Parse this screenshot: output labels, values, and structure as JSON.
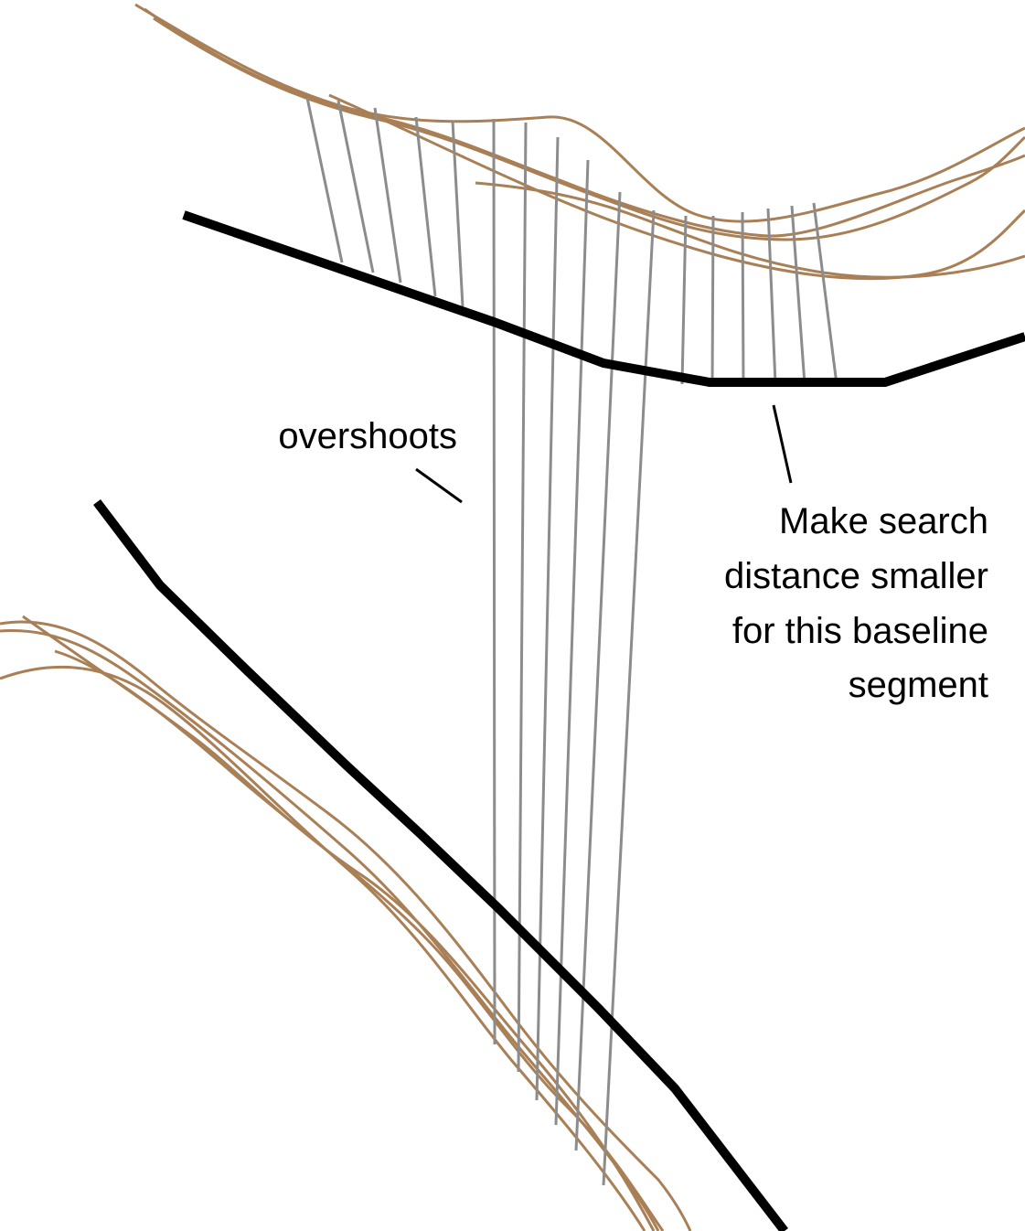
{
  "annotations": {
    "overshoots": "overshoots",
    "search_distance_lines": [
      "Make search",
      "distance smaller",
      "for this baseline",
      "segment"
    ]
  },
  "colors": {
    "background": "#ffffff",
    "baseline": "#000000",
    "shoreline": "#a97f56",
    "transect": "#8c8c8c"
  }
}
